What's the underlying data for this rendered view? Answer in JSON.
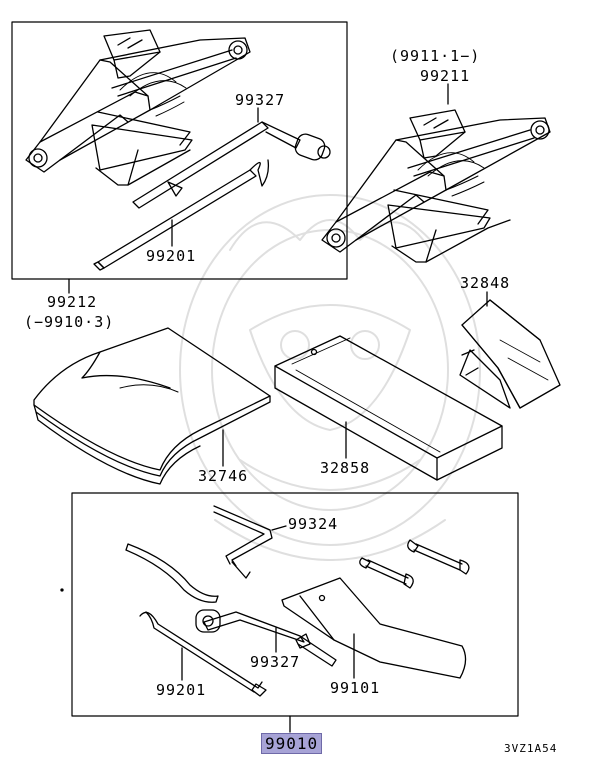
{
  "labels": {
    "p99327_top": "99327",
    "p99201_top": "99201",
    "p99212": "99212",
    "p99212_range": "(−9910·3)",
    "p99211_range": "(9911·1−)",
    "p99211": "99211",
    "p32848": "32848",
    "p32746": "32746",
    "p32858": "32858",
    "p99324": "99324",
    "p99327_bottom": "99327",
    "p99201_bottom": "99201",
    "p99101": "99101",
    "p99010": "99010",
    "diagram_code": "3VZ1A54"
  },
  "colors": {
    "highlight": "#a7a3d6",
    "line": "#000000",
    "watermark": "#d8d8d8"
  },
  "icons": {
    "jack_early": "scissor-jack-icon",
    "jack_late": "scissor-jack-icon",
    "jack_handle": "jack-handle-icon",
    "jack_rod": "jack-rod-icon",
    "tool_bag": "tool-bag-icon",
    "tool_box": "tool-box-icon",
    "wheel_chock": "wheel-chock-icon",
    "wrenches": "open-end-wrench-icon",
    "watermark": "watermark-emblem"
  }
}
